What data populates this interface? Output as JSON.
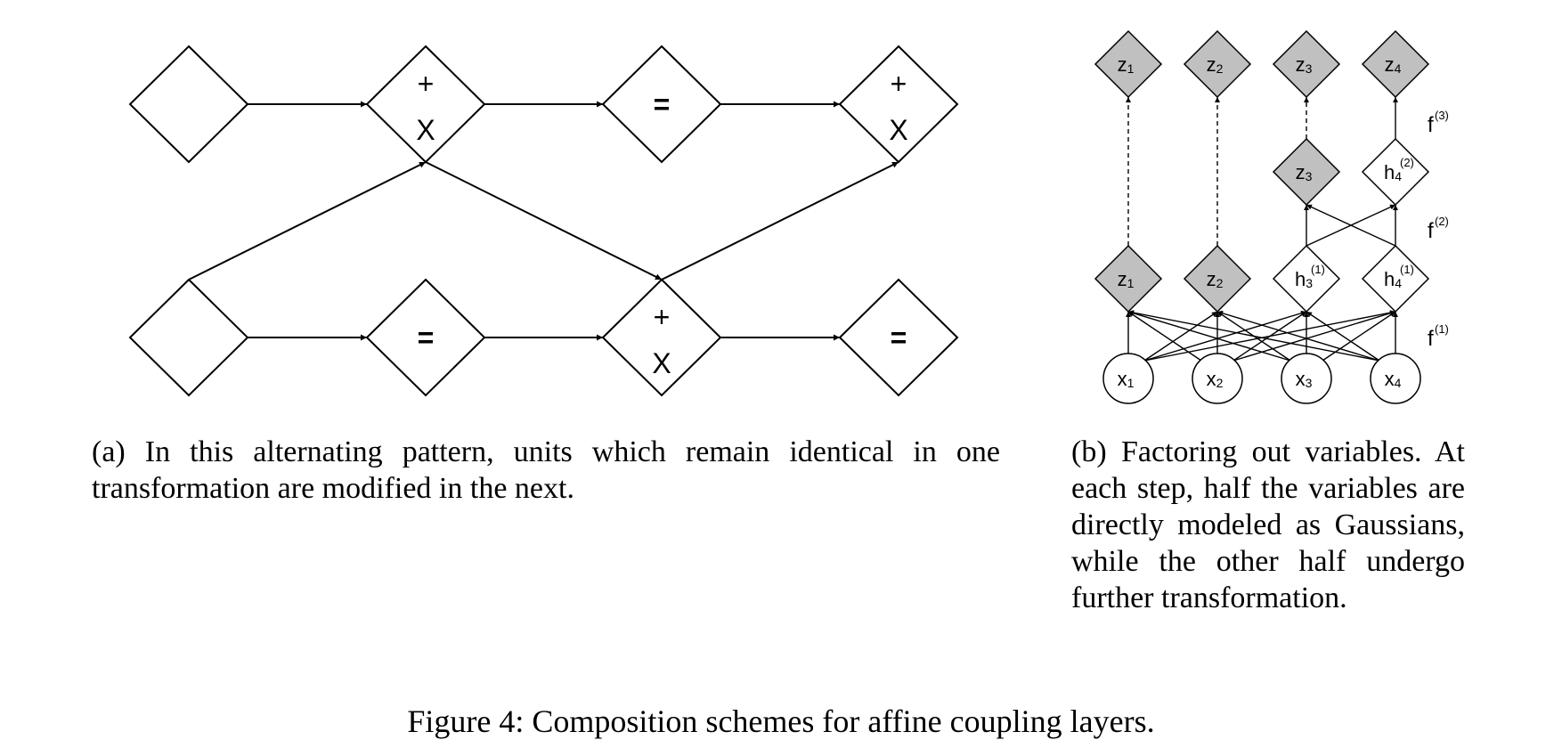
{
  "panel_a": {
    "top_row": [
      {
        "ops": [
          "",
          ""
        ],
        "kind": "empty"
      },
      {
        "ops": [
          "+",
          "X"
        ],
        "kind": "affine"
      },
      {
        "ops": [
          "="
        ],
        "kind": "identity"
      },
      {
        "ops": [
          "+",
          "X"
        ],
        "kind": "affine"
      }
    ],
    "bottom_row": [
      {
        "ops": [
          "",
          ""
        ],
        "kind": "empty"
      },
      {
        "ops": [
          "="
        ],
        "kind": "identity"
      },
      {
        "ops": [
          "+",
          "X"
        ],
        "kind": "affine"
      },
      {
        "ops": [
          "="
        ],
        "kind": "identity"
      }
    ],
    "caption": "(a) In this alternating pattern, units which remain identical in one transformation are modified in the next."
  },
  "panel_b": {
    "inputs": [
      {
        "base": "x",
        "sub": "1"
      },
      {
        "base": "x",
        "sub": "2"
      },
      {
        "base": "x",
        "sub": "3"
      },
      {
        "base": "x",
        "sub": "4"
      }
    ],
    "level1": [
      {
        "base": "z",
        "sub": "1",
        "sup": "",
        "factored": true
      },
      {
        "base": "z",
        "sub": "2",
        "sup": "",
        "factored": true
      },
      {
        "base": "h",
        "sub": "3",
        "sup": "(1)",
        "factored": false
      },
      {
        "base": "h",
        "sub": "4",
        "sup": "(1)",
        "factored": false
      }
    ],
    "level2": [
      {
        "base": "z",
        "sub": "3",
        "sup": "",
        "factored": true
      },
      {
        "base": "h",
        "sub": "4",
        "sup": "(2)",
        "factored": false
      }
    ],
    "outputs": [
      {
        "base": "z",
        "sub": "1"
      },
      {
        "base": "z",
        "sub": "2"
      },
      {
        "base": "z",
        "sub": "3"
      },
      {
        "base": "z",
        "sub": "4"
      }
    ],
    "functions": [
      {
        "base": "f",
        "sup": "(1)"
      },
      {
        "base": "f",
        "sup": "(2)"
      },
      {
        "base": "f",
        "sup": "(3)"
      }
    ],
    "colors": {
      "factored_fill": "#c0c0c0",
      "stroke": "#000000"
    },
    "caption": "(b) Factoring out variables. At each step, half the vari­ables are directly modeled as Gaussians, while the other half undergo further transfor­mation."
  },
  "figure_caption": "Figure 4: Composition schemes for affine coupling layers."
}
